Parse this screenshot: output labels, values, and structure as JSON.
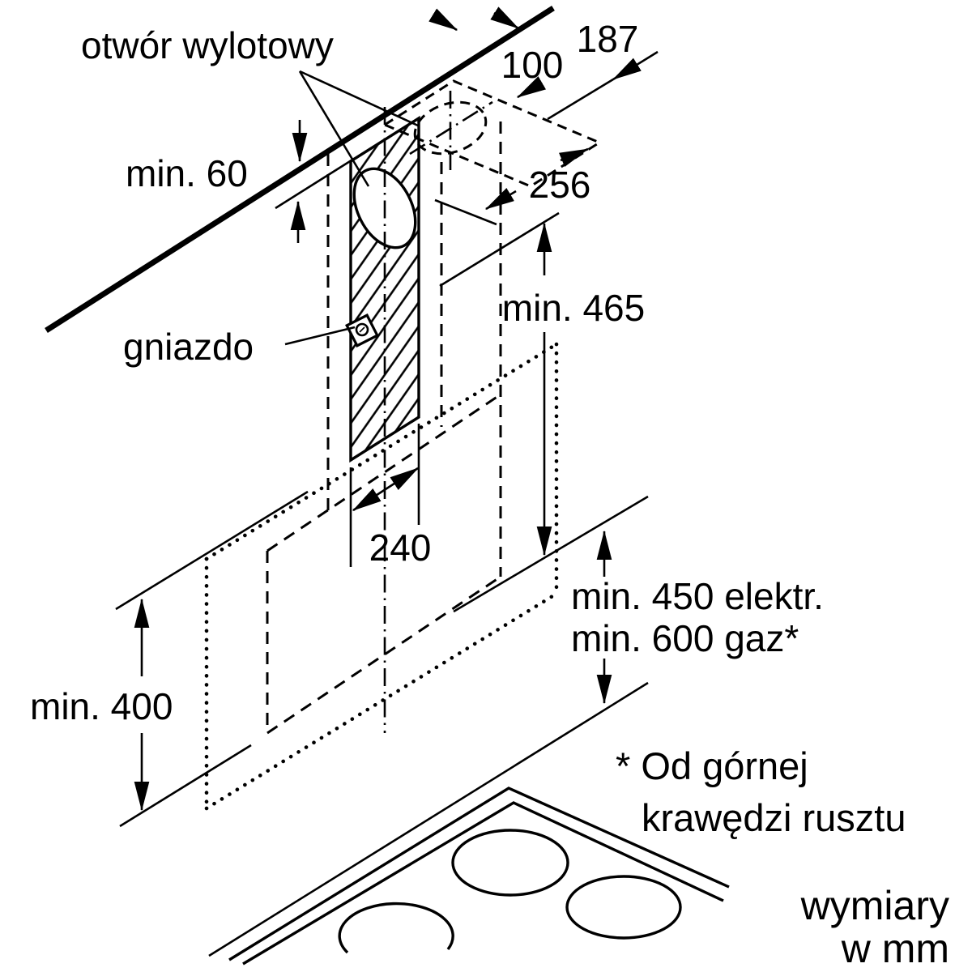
{
  "diagram": {
    "title_context": "cooker hood installation drawing",
    "labels": {
      "outlet_opening": "otwór wylotowy",
      "socket": "gniazdo",
      "min_60": "min. 60",
      "dim_187": "187",
      "dim_100": "100",
      "dim_256": "256",
      "min_465": "min. 465",
      "dim_240": "240",
      "min_450_electric": "min. 450 elektr.",
      "min_600_gas": "min. 600 gaz*",
      "min_400": "min. 400",
      "note_line1": "* Od górnej",
      "note_line2": "krawędzi rusztu",
      "units_line1": "wymiary",
      "units_line2": "w mm"
    },
    "values_shown": [
      "187",
      "100",
      "256",
      "min. 60",
      "min. 465",
      "240",
      "min. 450 elektr.",
      "min. 600 gaz*",
      "min. 400"
    ],
    "units": "mm",
    "colors": {
      "ink": "#000000",
      "background": "#ffffff"
    }
  }
}
